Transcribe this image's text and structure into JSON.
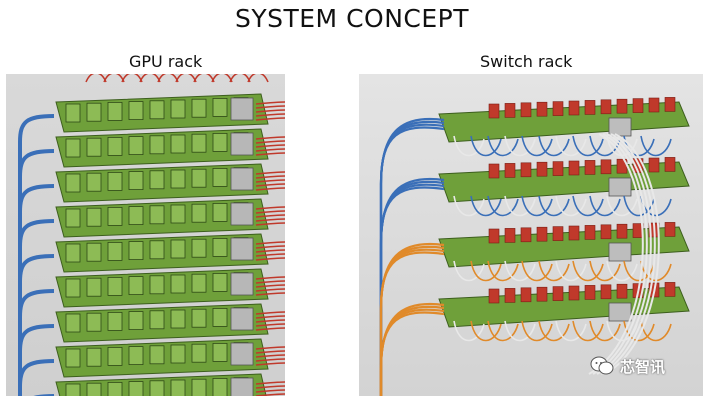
{
  "title": "SYSTEM CONCEPT",
  "panels": [
    {
      "label": "GPU rack"
    },
    {
      "label": "Switch rack"
    }
  ],
  "watermark": {
    "text": "芯智讯"
  },
  "colors": {
    "pcb_green": "#6fa03a",
    "cable_blue": "#3a6fb8",
    "cable_red": "#c0392b",
    "cable_orange": "#e08a2a",
    "cable_white": "#e8e8e8",
    "background": "#d6d6d6"
  }
}
